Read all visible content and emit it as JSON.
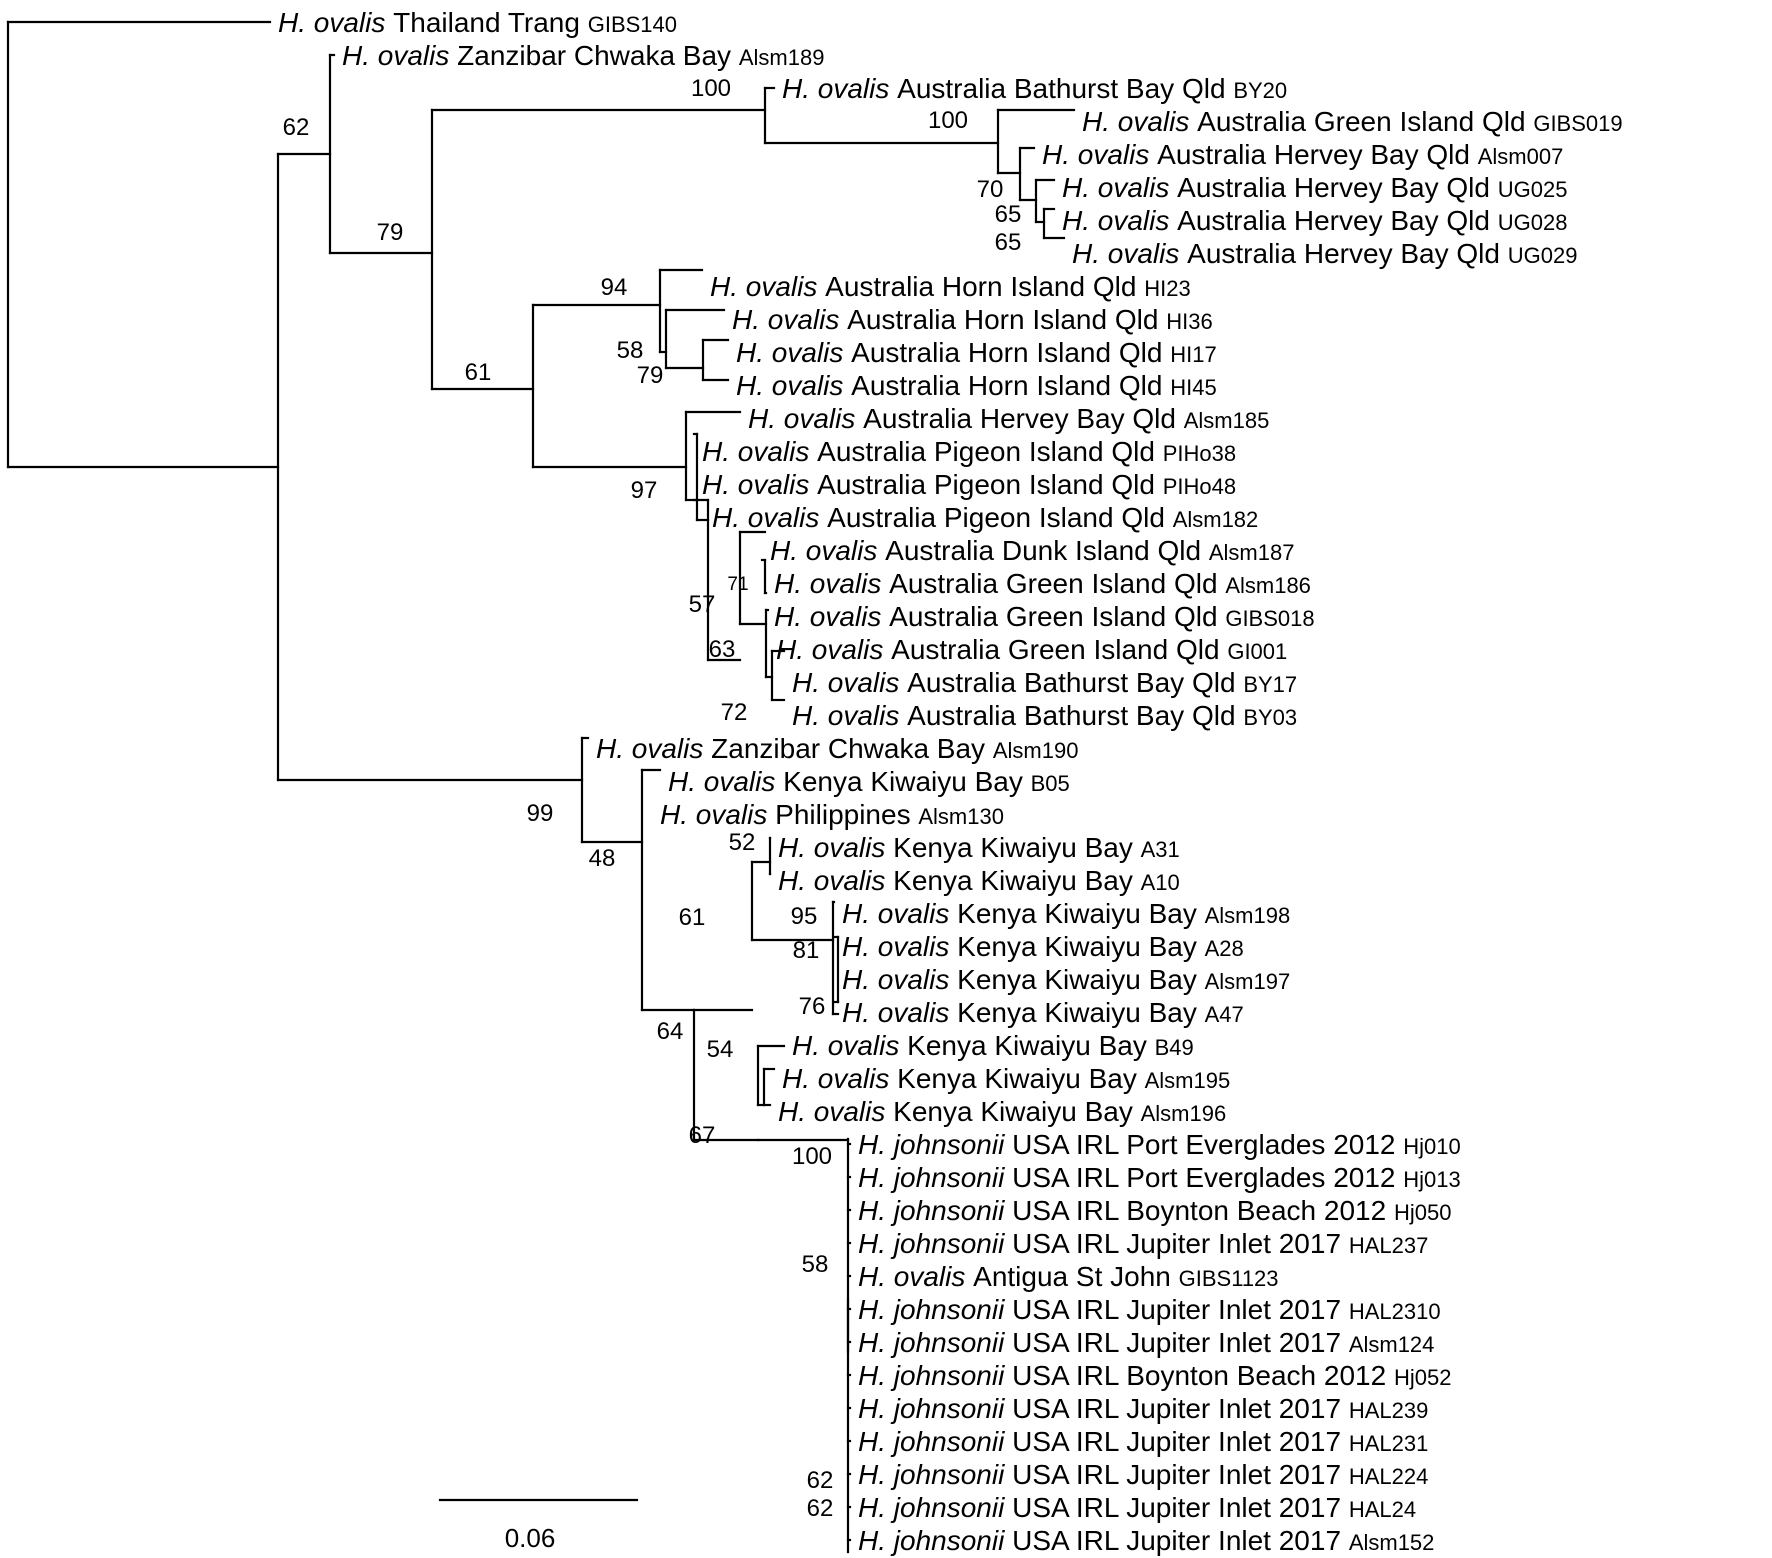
{
  "tips": [
    {
      "species": "H. ovalis",
      "locality": "Thailand Trang",
      "code": "GIBS140"
    },
    {
      "species": "H. ovalis",
      "locality": "Zanzibar Chwaka Bay",
      "code": "Alsm189"
    },
    {
      "species": "H. ovalis",
      "locality": "Australia Bathurst Bay Qld",
      "code": "BY20"
    },
    {
      "species": "H. ovalis",
      "locality": "Australia Green Island Qld",
      "code": "GIBS019"
    },
    {
      "species": "H. ovalis",
      "locality": "Australia Hervey Bay Qld",
      "code": "Alsm007"
    },
    {
      "species": "H. ovalis",
      "locality": "Australia Hervey Bay Qld",
      "code": "UG025"
    },
    {
      "species": "H. ovalis",
      "locality": "Australia Hervey Bay Qld",
      "code": "UG028"
    },
    {
      "species": "H. ovalis",
      "locality": "Australia Hervey Bay Qld",
      "code": "UG029"
    },
    {
      "species": "H. ovalis",
      "locality": "Australia Horn Island Qld",
      "code": "HI23"
    },
    {
      "species": "H. ovalis",
      "locality": "Australia Horn Island Qld",
      "code": "HI36"
    },
    {
      "species": "H. ovalis",
      "locality": "Australia Horn Island Qld",
      "code": "HI17"
    },
    {
      "species": "H. ovalis",
      "locality": "Australia Horn Island Qld",
      "code": "HI45"
    },
    {
      "species": "H. ovalis",
      "locality": "Australia Hervey Bay Qld",
      "code": "Alsm185"
    },
    {
      "species": "H. ovalis",
      "locality": "Australia Pigeon Island Qld",
      "code": "PIHo38"
    },
    {
      "species": "H. ovalis",
      "locality": "Australia Pigeon Island Qld",
      "code": "PIHo48"
    },
    {
      "species": "H. ovalis",
      "locality": "Australia Pigeon Island Qld",
      "code": "Alsm182"
    },
    {
      "species": "H. ovalis",
      "locality": "Australia Dunk Island Qld",
      "code": "Alsm187"
    },
    {
      "species": "H. ovalis",
      "locality": "Australia Green Island Qld",
      "code": "Alsm186"
    },
    {
      "species": "H. ovalis",
      "locality": "Australia Green Island Qld",
      "code": "GIBS018"
    },
    {
      "species": "H. ovalis",
      "locality": "Australia Green Island Qld",
      "code": "GI001"
    },
    {
      "species": "H. ovalis",
      "locality": "Australia Bathurst Bay Qld",
      "code": "BY17"
    },
    {
      "species": "H. ovalis",
      "locality": "Australia Bathurst Bay Qld",
      "code": "BY03"
    },
    {
      "species": "H. ovalis",
      "locality": "Zanzibar Chwaka Bay",
      "code": "Alsm190"
    },
    {
      "species": "H. ovalis",
      "locality": "Kenya Kiwaiyu Bay",
      "code": "B05"
    },
    {
      "species": "H. ovalis",
      "locality": "Philippines",
      "code": "Alsm130"
    },
    {
      "species": "H. ovalis",
      "locality": "Kenya Kiwaiyu Bay",
      "code": "A31"
    },
    {
      "species": "H. ovalis",
      "locality": "Kenya Kiwaiyu Bay",
      "code": "A10"
    },
    {
      "species": "H. ovalis",
      "locality": "Kenya Kiwaiyu Bay",
      "code": "Alsm198"
    },
    {
      "species": "H. ovalis",
      "locality": "Kenya Kiwaiyu Bay",
      "code": "A28"
    },
    {
      "species": "H. ovalis",
      "locality": "Kenya Kiwaiyu Bay",
      "code": "Alsm197"
    },
    {
      "species": "H. ovalis",
      "locality": "Kenya Kiwaiyu Bay",
      "code": "A47"
    },
    {
      "species": "H. ovalis",
      "locality": "Kenya Kiwaiyu Bay",
      "code": "B49"
    },
    {
      "species": "H. ovalis",
      "locality": "Kenya Kiwaiyu Bay",
      "code": "Alsm195"
    },
    {
      "species": "H. ovalis",
      "locality": "Kenya Kiwaiyu Bay",
      "code": "Alsm196"
    },
    {
      "species": "H. johnsonii",
      "locality": "USA IRL Port Everglades 2012",
      "code": "Hj010"
    },
    {
      "species": "H. johnsonii",
      "locality": "USA IRL Port Everglades 2012",
      "code": "Hj013"
    },
    {
      "species": "H. johnsonii",
      "locality": "USA IRL Boynton Beach 2012",
      "code": "Hj050"
    },
    {
      "species": "H. johnsonii",
      "locality": "USA IRL Jupiter Inlet 2017",
      "code": "HAL237"
    },
    {
      "species": "H. ovalis",
      "locality": "Antigua St John",
      "code": "GIBS1123"
    },
    {
      "species": "H. johnsonii",
      "locality": "USA IRL Jupiter Inlet 2017",
      "code": "HAL2310"
    },
    {
      "species": "H. johnsonii",
      "locality": "USA IRL Jupiter Inlet 2017",
      "code": "Alsm124"
    },
    {
      "species": "H. johnsonii",
      "locality": "USA IRL Boynton Beach 2012",
      "code": "Hj052"
    },
    {
      "species": "H. johnsonii",
      "locality": "USA IRL Jupiter Inlet 2017",
      "code": "HAL239"
    },
    {
      "species": "H. johnsonii",
      "locality": "USA IRL Jupiter Inlet 2017",
      "code": "HAL231"
    },
    {
      "species": "H. johnsonii",
      "locality": "USA IRL Jupiter Inlet 2017",
      "code": "HAL224"
    },
    {
      "species": "H. johnsonii",
      "locality": "USA IRL Jupiter Inlet 2017",
      "code": "HAL24"
    },
    {
      "species": "H. johnsonii",
      "locality": "USA IRL Jupiter Inlet 2017",
      "code": "Alsm152"
    }
  ],
  "bootstrap": [
    "62",
    "79",
    "100",
    "100",
    "70",
    "65",
    "65",
    "94",
    "58",
    "79",
    "61",
    "97",
    "71",
    "57",
    "63",
    "72",
    "99",
    "48",
    "52",
    "61",
    "95",
    "81",
    "76",
    "64",
    "54",
    "67",
    "100",
    "58",
    "62",
    "62"
  ],
  "scale_bar": {
    "label": "0.06"
  }
}
